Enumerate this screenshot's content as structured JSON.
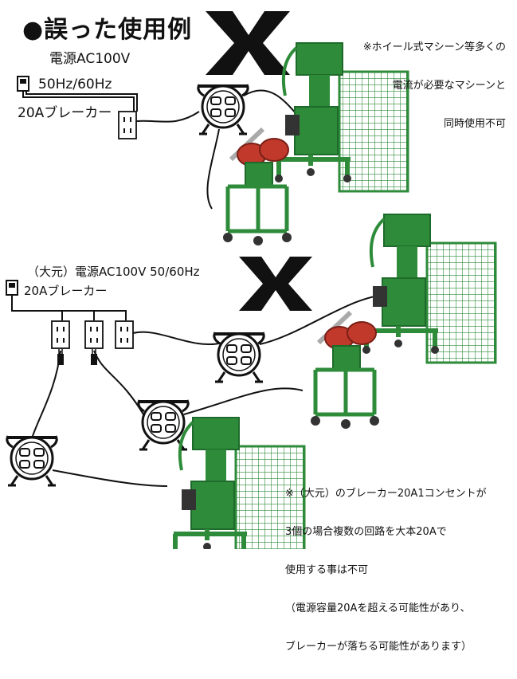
{
  "title": "●誤った使用例",
  "top_note": [
    "※ホイール式マシーン等多くの",
    "電流が必要なマシーンと",
    "同時使用不可"
  ],
  "top_power_label": "電源AC100V",
  "top_freq_label": "50Hz/60Hz",
  "top_breaker_label": "20Aブレーカー",
  "mid_power_label": "（大元）電源AC100V 50/60Hz",
  "mid_breaker_label": "20Aブレーカー",
  "bottom_note": [
    "※（大元）のブレーカー20A1コンセントが",
    "3個の場合複数の回路を大本20Aで",
    "使用する事は不可",
    "（電源容量20Aを超える可能性があり、",
    "ブレーカーが落ちる可能性があります）"
  ],
  "colors": {
    "machine_green": "#2e8b3a",
    "dark_green": "#1e6a2a",
    "net_green": "#3c9a44",
    "cross": "#111111"
  }
}
